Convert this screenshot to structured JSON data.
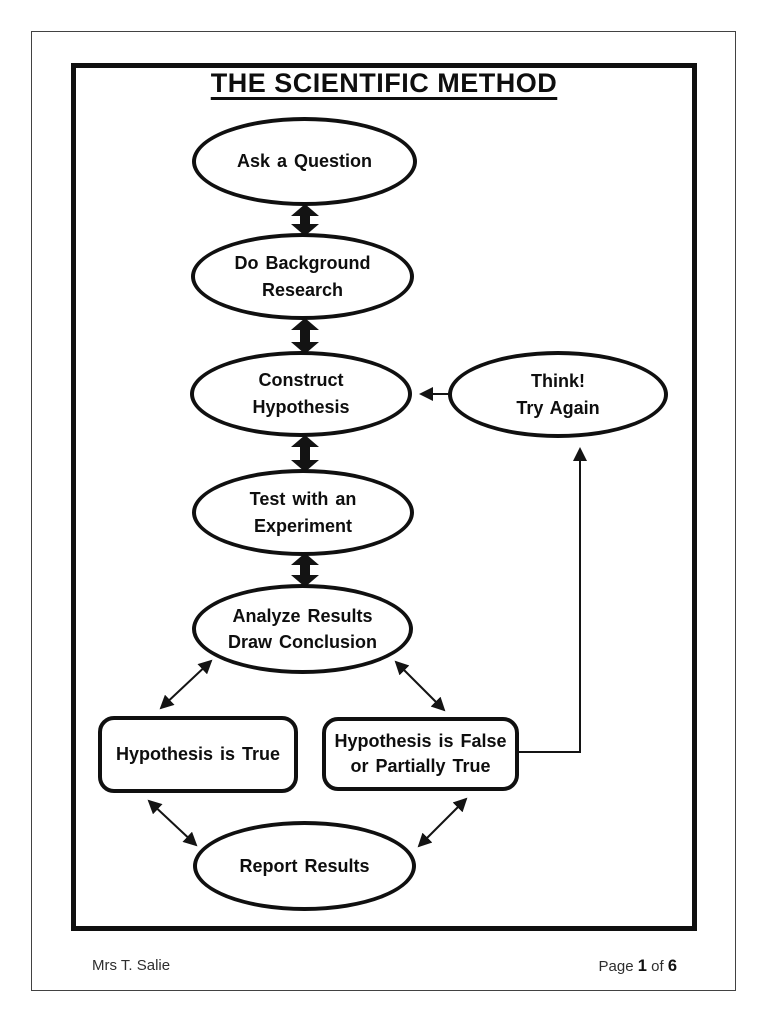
{
  "document": {
    "title": "THE SCIENTIFIC METHOD",
    "footer": {
      "author": "Mrs T. Salie",
      "page_word": "Page",
      "page_number": "1",
      "of_word": "of",
      "total_pages": "6"
    }
  },
  "flowchart": {
    "nodes": [
      {
        "id": "ask-question",
        "shape": "ellipse",
        "lines": [
          "Ask a Question"
        ]
      },
      {
        "id": "do-background-research",
        "shape": "ellipse",
        "lines": [
          "Do Background",
          "Research"
        ]
      },
      {
        "id": "construct-hypothesis",
        "shape": "ellipse",
        "lines": [
          "Construct",
          "Hypothesis"
        ]
      },
      {
        "id": "test-with-experiment",
        "shape": "ellipse",
        "lines": [
          "Test with an",
          "Experiment"
        ]
      },
      {
        "id": "analyze-results",
        "shape": "ellipse",
        "lines": [
          "Analyze Results",
          "Draw Conclusion"
        ]
      },
      {
        "id": "think-try-again",
        "shape": "ellipse",
        "lines": [
          "Think!",
          "Try Again"
        ]
      },
      {
        "id": "hypothesis-true",
        "shape": "rounded-rect",
        "lines": [
          "Hypothesis is True"
        ]
      },
      {
        "id": "hypothesis-false",
        "shape": "rounded-rect",
        "lines": [
          "Hypothesis is False",
          "or Partially True"
        ]
      },
      {
        "id": "report-results",
        "shape": "ellipse",
        "lines": [
          "Report Results"
        ]
      }
    ],
    "connectors": [
      {
        "from": "ask-question",
        "to": "do-background-research",
        "style": "thick-double-arrow"
      },
      {
        "from": "do-background-research",
        "to": "construct-hypothesis",
        "style": "thick-double-arrow"
      },
      {
        "from": "construct-hypothesis",
        "to": "test-with-experiment",
        "style": "thick-double-arrow"
      },
      {
        "from": "test-with-experiment",
        "to": "analyze-results",
        "style": "thick-double-arrow"
      },
      {
        "from": "think-try-again",
        "to": "construct-hypothesis",
        "style": "thin-arrow"
      },
      {
        "from": "analyze-results",
        "to": "hypothesis-true",
        "style": "thin-double-arrow"
      },
      {
        "from": "analyze-results",
        "to": "hypothesis-false",
        "style": "thin-double-arrow"
      },
      {
        "from": "hypothesis-true",
        "to": "report-results",
        "style": "thin-double-arrow"
      },
      {
        "from": "hypothesis-false",
        "to": "report-results",
        "style": "thin-double-arrow"
      },
      {
        "from": "hypothesis-false",
        "to": "think-try-again",
        "style": "thin-elbow-arrow"
      }
    ]
  },
  "colors": {
    "ink": "#101010",
    "page_background": "#ffffff",
    "thin_border": "#424242"
  }
}
